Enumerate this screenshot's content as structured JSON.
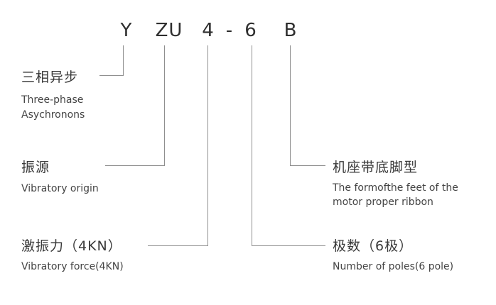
{
  "diagram": {
    "model_code": {
      "prefix": "Y",
      "series": "ZU",
      "force_code": "4",
      "separator": "-",
      "pole_code": "6",
      "suffix": "B"
    },
    "annotations": {
      "three_phase": {
        "cn": "三相异步",
        "en1": "Three-phase",
        "en2": "Asychronons"
      },
      "vibratory_origin": {
        "cn": "振源",
        "en1": "Vibratory origin"
      },
      "vibratory_force": {
        "cn": "激振力（4KN）",
        "en1": "Vibratory force(4KN)"
      },
      "foot_type": {
        "cn": "机座带底脚型",
        "en1": "The formofthe feet of the",
        "en2": "motor proper ribbon"
      },
      "poles": {
        "cn": "极数（6极）",
        "en1": "Number of poles(6 pole)"
      }
    },
    "line_color": "#8f8f8f"
  }
}
